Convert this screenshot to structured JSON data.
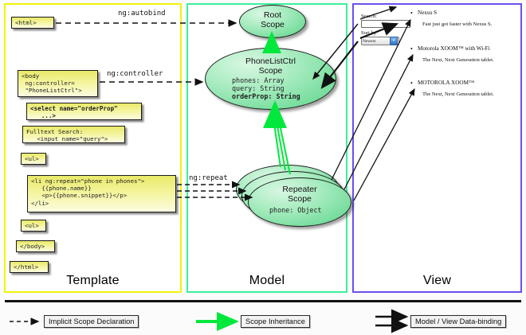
{
  "panels": {
    "template": {
      "label": "Template",
      "border_color": "#f2f20a"
    },
    "model": {
      "label": "Model",
      "border_color": "#3df09b"
    },
    "view": {
      "label": "View",
      "border_color": "#6d4ff0"
    }
  },
  "template_boxes": [
    {
      "name": "html-open",
      "text": "<html>"
    },
    {
      "name": "body-open",
      "text": "<body\n ng:controller=\n \"PhoneListCtrl\">"
    },
    {
      "name": "select",
      "text": "<select name=\"orderProp\"\n   ...>"
    },
    {
      "name": "fulltext",
      "text": "Fulltext Search:\n   <input name=\"query\">"
    },
    {
      "name": "ul-open",
      "text": "<ul>"
    },
    {
      "name": "li-repeat",
      "text": "<li ng:repeat=\"phone in phones\">\n   {{phone.name}}\n   <p>{{phone.snippet}}</p>\n</li>"
    },
    {
      "name": "ul-close",
      "text": "<ul>"
    },
    {
      "name": "body-close",
      "text": "</body>"
    },
    {
      "name": "html-close",
      "text": "</html>"
    }
  ],
  "edge_labels": {
    "autobind": "ng:autobind",
    "controller": "ng:controller",
    "repeat": "ng:repeat"
  },
  "scopes": [
    {
      "name": "root-scope",
      "title_line1": "Root",
      "title_line2": "Scope",
      "props": []
    },
    {
      "name": "phonelistctrl-scope",
      "title_line1": "PhoneListCtrl",
      "title_line2": "Scope",
      "props": [
        {
          "text": "phones: Array",
          "bold": false
        },
        {
          "text": "query: String",
          "bold": false
        },
        {
          "text": "orderProp: String",
          "bold": true
        }
      ]
    },
    {
      "name": "repeater-scope",
      "title_line1": "Repeater",
      "title_line2": "Scope",
      "props": [
        {
          "text": "phone: Object",
          "bold": false
        }
      ]
    }
  ],
  "view": {
    "search_label": "Search:",
    "search_value": "",
    "sort_label": "Sort by:",
    "sort_selected": "Newest",
    "phones": [
      {
        "name": "Nexus S",
        "snippet": "Fast just got faster with Nexus S."
      },
      {
        "name": "Motorola XOOM™ with Wi-Fi",
        "snippet": "The Next, Next Generation tablet."
      },
      {
        "name": "MOTOROLA XOOM™",
        "snippet": "The Next, Next Generation tablet."
      }
    ]
  },
  "legend": [
    {
      "name": "implicit-scope-declaration",
      "label": "Implicit Scope Declaration",
      "style": "dashed-arrow",
      "color": "#111111"
    },
    {
      "name": "scope-inheritance",
      "label": "Scope Inheritance",
      "style": "solid-arrow",
      "color": "#00e83c"
    },
    {
      "name": "model-view-data-binding",
      "label": "Model / View Data-binding",
      "style": "double-arrow",
      "color": "#111111"
    }
  ],
  "colors": {
    "code_box_fill": "#f0f07a",
    "scope_fill": "#86e3a6",
    "inheritance_green": "#00e83c",
    "template_border": "#f2f20a",
    "model_border": "#3df09b",
    "view_border": "#6d4ff0"
  }
}
